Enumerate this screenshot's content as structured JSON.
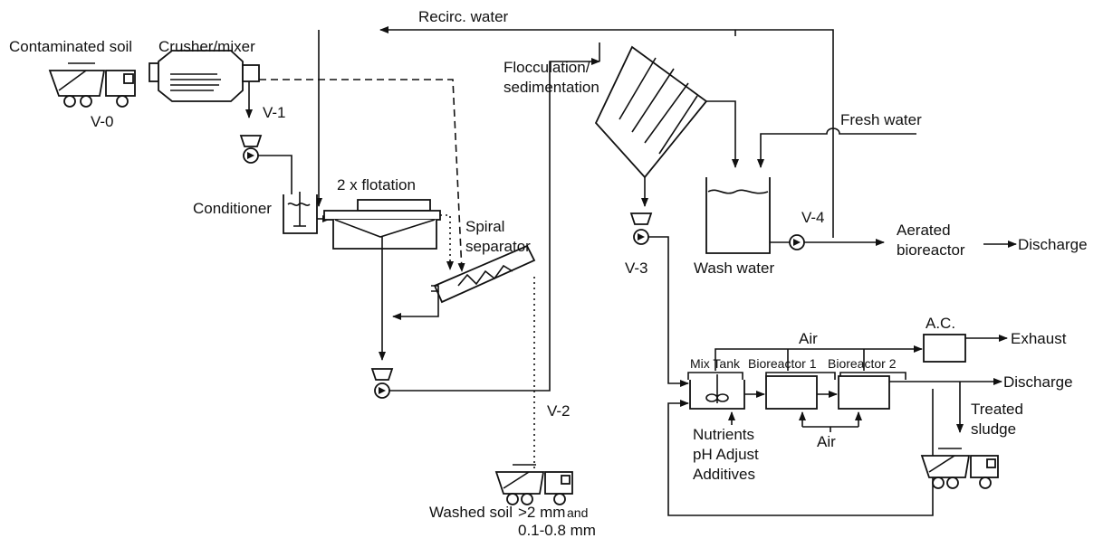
{
  "labels": {
    "recirc_water": "Recirc. water",
    "contaminated_soil": "Contaminated soil",
    "crusher_mixer": "Crusher/mixer",
    "v0": "V-0",
    "v1": "V-1",
    "v2": "V-2",
    "v3": "V-3",
    "v4": "V-4",
    "flocculation_line1": "Flocculation/",
    "flocculation_line2": "sedimentation",
    "fresh_water": "Fresh water",
    "flotation": "2 x flotation",
    "conditioner": "Conditioner",
    "spiral_line1": "Spiral",
    "spiral_line2": "separator",
    "wash_water": "Wash water",
    "aerated_line1": "Aerated",
    "aerated_line2": "bioreactor",
    "discharge_top": "Discharge",
    "air_top": "Air",
    "ac": "A.C.",
    "exhaust": "Exhaust",
    "mix_tank": "Mix Tank",
    "bioreactor1": "Bioreactor 1",
    "bioreactor2": "Bioreactor 2",
    "discharge_mid": "Discharge",
    "treated_line1": "Treated",
    "treated_line2": "sludge",
    "nutrients": "Nutrients",
    "ph_adjust": "pH Adjust",
    "additives": "Additives",
    "air_bottom": "Air",
    "washed_soil": "Washed soil",
    "size_line1": ">2 mm",
    "size_and": "and",
    "size_line2": "0.1-0.8 mm"
  }
}
